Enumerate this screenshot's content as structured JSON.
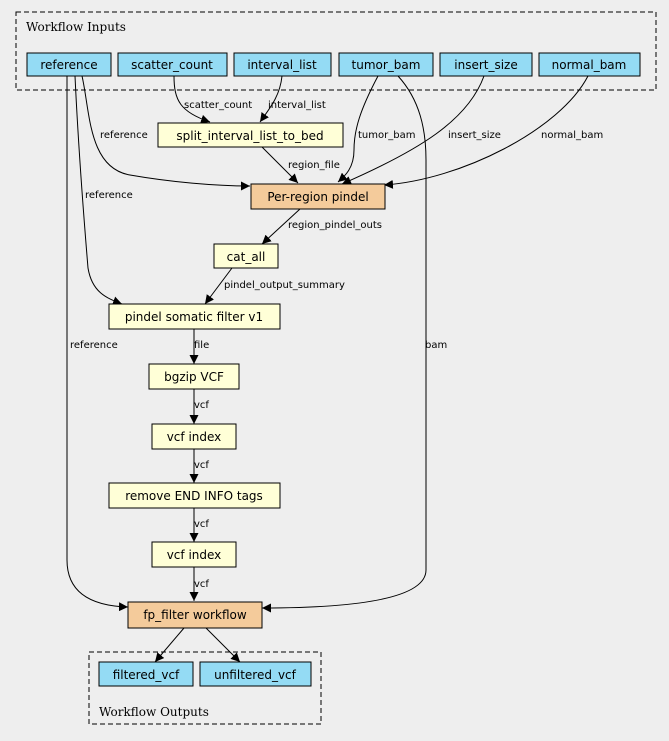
{
  "clusters": {
    "inputs": "Workflow Inputs",
    "outputs": "Workflow Outputs"
  },
  "nodes": {
    "reference": "reference",
    "scatter_count": "scatter_count",
    "interval_list": "interval_list",
    "tumor_bam": "tumor_bam",
    "insert_size": "insert_size",
    "normal_bam": "normal_bam",
    "split": "split_interval_list_to_bed",
    "pindel": "Per-region pindel",
    "cat_all": "cat_all",
    "somatic_filter": "pindel somatic filter v1",
    "bgzip": "bgzip VCF",
    "vcf_index_1": "vcf index",
    "remove_end": "remove END INFO tags",
    "vcf_index_2": "vcf index",
    "fp_filter": "fp_filter workflow",
    "filtered_vcf": "filtered_vcf",
    "unfiltered_vcf": "unfiltered_vcf"
  },
  "edges": {
    "scatter_count": "scatter_count",
    "interval_list": "interval_list",
    "reference_pindel": "reference",
    "tumor_bam": "tumor_bam",
    "insert_size": "insert_size",
    "normal_bam": "normal_bam",
    "region_file": "region_file",
    "reference_filter": "reference",
    "region_pindel_outs": "region_pindel_outs",
    "pindel_output_summary": "pindel_output_summary",
    "reference_fp": "reference",
    "bam": "bam",
    "file": "file",
    "vcf_1": "vcf",
    "vcf_2": "vcf",
    "vcf_3": "vcf",
    "vcf_4": "vcf"
  }
}
